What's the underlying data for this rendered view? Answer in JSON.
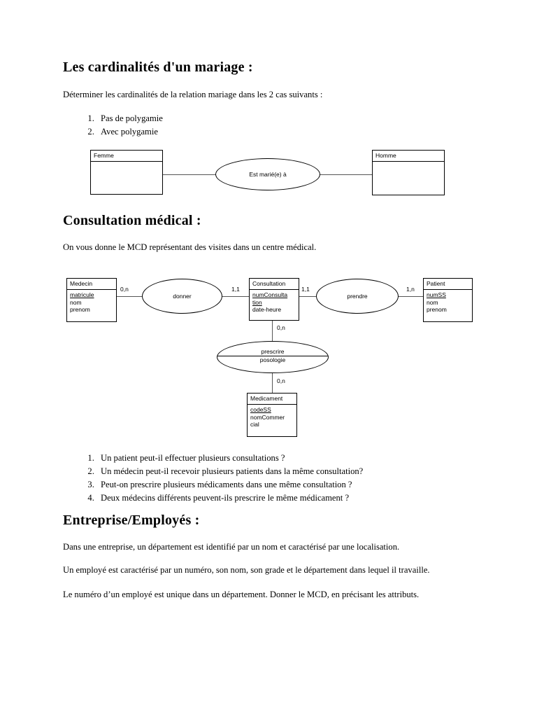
{
  "document": {
    "sections": [
      {
        "title": "Les cardinalités d'un mariage :",
        "intro": "Déterminer les cardinalités de la relation mariage dans les 2 cas suivants :",
        "list": [
          "Pas de polygamie",
          "Avec polygamie"
        ]
      },
      {
        "title": "Consultation médical :",
        "intro": "On vous donne le MCD représentant des visites dans un centre médical.",
        "questions": [
          "Un patient peut-il effectuer plusieurs consultations ?",
          "Un médecin peut-il recevoir plusieurs patients dans la même consultation?",
          "Peut-on prescrire plusieurs médicaments dans une même consultation ?",
          "Deux médecins différents peuvent-ils prescrire le même médicament ?"
        ]
      },
      {
        "title": "Entreprise/Employés :",
        "paragraphs": [
          "Dans une entreprise, un département est identifié par un nom et caractérisé par une localisation.",
          "Un employé est caractérisé par un numéro, son nom, son grade et le département dans lequel il travaille.",
          "Le numéro d’un employé est unique dans un département. Donner le MCD, en précisant les attributs."
        ]
      }
    ]
  },
  "diagram_mariage": {
    "entities": [
      {
        "name": "Femme",
        "attrs": []
      },
      {
        "name": "Homme",
        "attrs": []
      }
    ],
    "relationship": {
      "label": "Est marié(e) à"
    }
  },
  "diagram_mcd": {
    "entities": [
      {
        "name": "Medecin",
        "attrs": [
          {
            "text": "matricule",
            "key": true
          },
          {
            "text": "nom",
            "key": false
          },
          {
            "text": "prenom",
            "key": false
          }
        ]
      },
      {
        "name": "Consultation",
        "attrs": [
          {
            "text": "numConsulta",
            "key": true
          },
          {
            "text": "tion",
            "key": true
          },
          {
            "text": "date-heure",
            "key": false
          }
        ]
      },
      {
        "name": "Patient",
        "attrs": [
          {
            "text": "numSS",
            "key": true
          },
          {
            "text": "nom",
            "key": false
          },
          {
            "text": "prenom",
            "key": false
          }
        ]
      },
      {
        "name": "Medicament",
        "attrs": [
          {
            "text": "codeSS",
            "key": true
          },
          {
            "text": "nomCommer",
            "key": false
          },
          {
            "text": "cial",
            "key": false
          }
        ]
      }
    ],
    "relationships": [
      {
        "label": "donner",
        "attribute": null
      },
      {
        "label": "prendre",
        "attribute": null
      },
      {
        "label": "prescrire",
        "attribute": "posologie"
      }
    ],
    "cardinalities": {
      "medecin_donner": "0,n",
      "donner_consultation": "1,1",
      "consultation_prendre": "1,1",
      "prendre_patient": "1,n",
      "consultation_prescrire": "0,n",
      "prescrire_medicament": "0,n"
    }
  }
}
